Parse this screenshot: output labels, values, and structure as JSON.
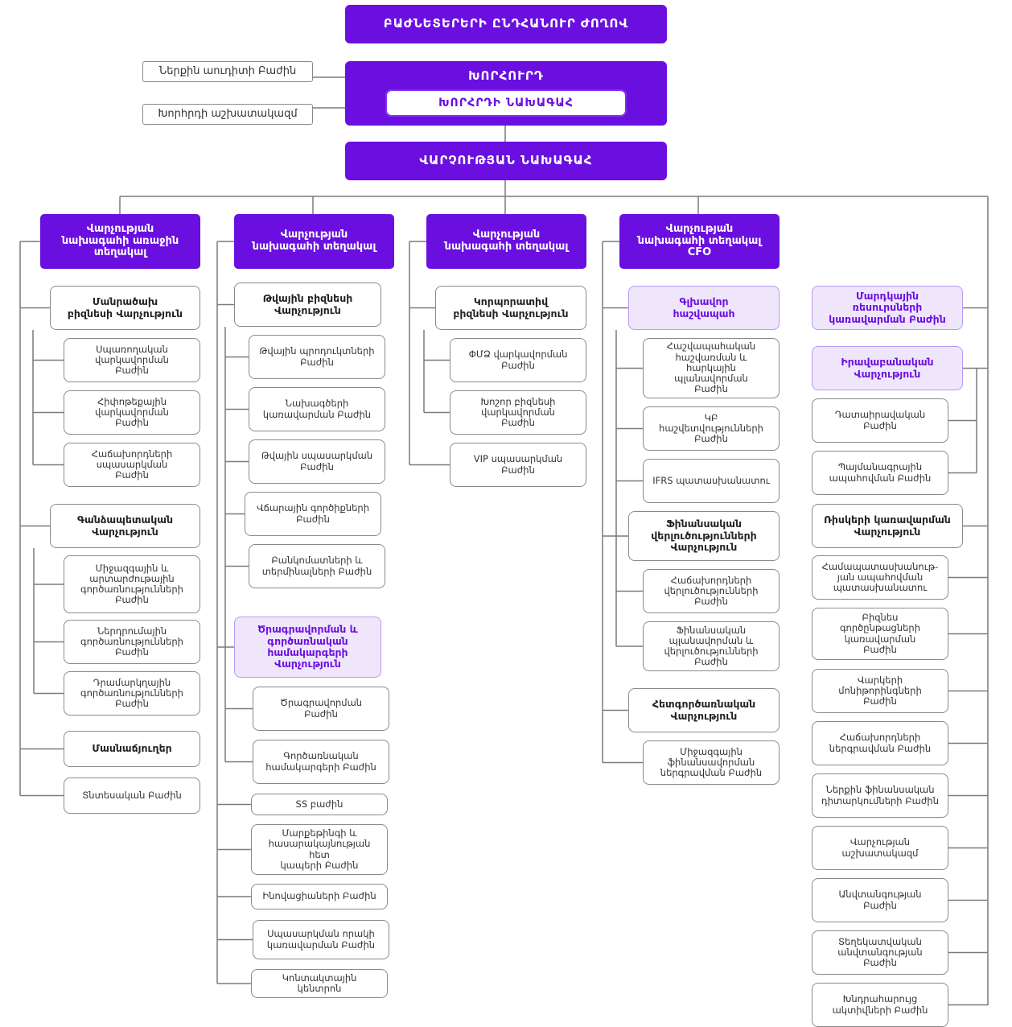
{
  "top": {
    "general_meeting": "ԲԱԺՆԵՏԵՐԵՐԻ ԸՆԴՀԱՆՈՒՐ ԺՈՂՈՎ",
    "council": "ԽՈՐՀՈՒՐԴ",
    "council_chair": "ԽՈՐՀՐԴԻ ՆԱԽԱԳԱՀ",
    "board_chair": "ՎԱՐՉՈՒԹՅԱՆ ՆԱԽԱԳԱՀ"
  },
  "side_notes": {
    "internal_audit": "Ներքին աուդիտի Բաժին",
    "council_staff": "Խորհրդի աշխատակազմ"
  },
  "columns": [
    {
      "header": "Վարչության\nնախագահի առաջին\nտեղակալ",
      "items": [
        {
          "label": "Մանրածախ\nբիզնեսի Վարչություն",
          "type": "mgr"
        },
        {
          "label": "Սպառողական\nվարկավորման\nԲաժին",
          "type": "dept"
        },
        {
          "label": "Հիփոթեքային\nվարկավորման\nԲաժին",
          "type": "dept"
        },
        {
          "label": "Հաճախորդների\nսպասարկման\nԲաժին",
          "type": "dept"
        },
        {
          "label": "Գանձապետական\nՎարչություն",
          "type": "mgr"
        },
        {
          "label": "Միջազգային և\nարտարժութային\nգործառնությունների\nԲաժին",
          "type": "dept"
        },
        {
          "label": "Ներդրումային\nգործառնությունների\nԲաժին",
          "type": "dept"
        },
        {
          "label": "Դրամարկղային\nգործառնությունների\nԲաժին",
          "type": "dept"
        },
        {
          "label": "Մասնաճյուղեր",
          "type": "mgr"
        },
        {
          "label": "Տնտեսական Բաժին",
          "type": "dept"
        }
      ]
    },
    {
      "header": "Վարչության\nնախագահի տեղակալ",
      "items": [
        {
          "label": "Թվային բիզնեսի\nՎարչություն",
          "type": "mgr"
        },
        {
          "label": "Թվային պրոդուկտների\nԲաժին",
          "type": "dept"
        },
        {
          "label": "Նախագծերի\nկառավարման Բաժին",
          "type": "dept"
        },
        {
          "label": "Թվային սպասարկման\nԲաժին",
          "type": "dept"
        },
        {
          "label": "Վճարային գործիքների\nԲաժին",
          "type": "dept"
        },
        {
          "label": "Բանկոմատների և\nտերմինալների Բաժին",
          "type": "dept"
        },
        {
          "label": "Ծրագրավորման և\nգործառնական\nհամակարգերի\nՎարչություն",
          "type": "lav"
        },
        {
          "label": "Ծրագրավորման\nԲաժին",
          "type": "dept"
        },
        {
          "label": "Գործառնական\nհամակարգերի Բաժին",
          "type": "dept"
        },
        {
          "label": "SS բաժին",
          "type": "dept"
        },
        {
          "label": "Մարքեթինգի և\nհասարակայնության\nհետ\nկապերի Բաժին",
          "type": "dept"
        },
        {
          "label": "Ինովացիաների Բաժին",
          "type": "dept"
        },
        {
          "label": "Սպասարկման որակի\nկառավարման Բաժին",
          "type": "dept"
        },
        {
          "label": "Կոնտակտային\nկենտրոն",
          "type": "dept"
        }
      ]
    },
    {
      "header": "Վարչության\nնախագահի տեղակալ",
      "items": [
        {
          "label": "Կորպորատիվ\nբիզնեսի Վարչություն",
          "type": "mgr"
        },
        {
          "label": "ՓՄՁ վարկավորման\nԲաժին",
          "type": "dept"
        },
        {
          "label": "Խոշոր բիզնեսի\nվարկավորման\nԲաժին",
          "type": "dept"
        },
        {
          "label": "VIP սպասարկման\nԲաժին",
          "type": "dept"
        }
      ]
    },
    {
      "header": "Վարչության\nնախագահի տեղակալ\nCFO",
      "items": [
        {
          "label": "Գլխավոր\nհաշվապահ",
          "type": "lav"
        },
        {
          "label": "Հաշվապահական\nհաշվառման և\nհարկային\nպլանավորման\nԲաժին",
          "type": "dept"
        },
        {
          "label": "ԿԲ\nհաշվետվությունների\nԲաժին",
          "type": "dept"
        },
        {
          "label": "IFRS պատասխանատու",
          "type": "dept"
        },
        {
          "label": "Ֆինանսական\nվերլուծությունների\nՎարչություն",
          "type": "mgr"
        },
        {
          "label": "Հաճախորդների\nվերլուծությունների\nԲաժին",
          "type": "dept"
        },
        {
          "label": "Ֆինանսական\nպլանավորման և\nվերլուծությունների\nԲաժին",
          "type": "dept"
        },
        {
          "label": "Հետգործառնական\nՎարչություն",
          "type": "mgr"
        },
        {
          "label": "Միջազգային\nֆինանսավորման\nներգրավման Բաժին",
          "type": "dept"
        }
      ]
    },
    {
      "items": [
        {
          "label": "Մարդկային\nռեսուրսների\nկառավարման Բաժին",
          "type": "lav"
        },
        {
          "label": "Իրավաբանական\nՎարչություն",
          "type": "lav"
        },
        {
          "label": "Դատաիրավական\nԲաժին",
          "type": "dept"
        },
        {
          "label": "Պայմանագրային\nապահովման Բաժին",
          "type": "dept"
        },
        {
          "label": "Ռիսկերի կառավարման\nՎարչություն",
          "type": "mgr"
        },
        {
          "label": "Համապատասխանութ-\nյան ապահովման\nպատասխանատու",
          "type": "dept"
        },
        {
          "label": "Բիզնես\nգործընթացների\nկառավարման\nԲաժին",
          "type": "dept"
        },
        {
          "label": "Վարկերի\nմոնիթորինգների\nԲաժին",
          "type": "dept"
        },
        {
          "label": "Հաճախորդների\nներգրավման Բաժին",
          "type": "dept"
        },
        {
          "label": "Ներքին ֆինանսական\nդիտարկումների Բաժին",
          "type": "dept"
        },
        {
          "label": "Վարչության\nաշխատակազմ",
          "type": "dept"
        },
        {
          "label": "Անվտանգության\nԲաժին",
          "type": "dept"
        },
        {
          "label": "Տեղեկատվական\nանվտանգության\nԲաժին",
          "type": "dept"
        },
        {
          "label": "Խնդրահարույց\nակտիվների Բաժին",
          "type": "dept"
        }
      ]
    }
  ]
}
